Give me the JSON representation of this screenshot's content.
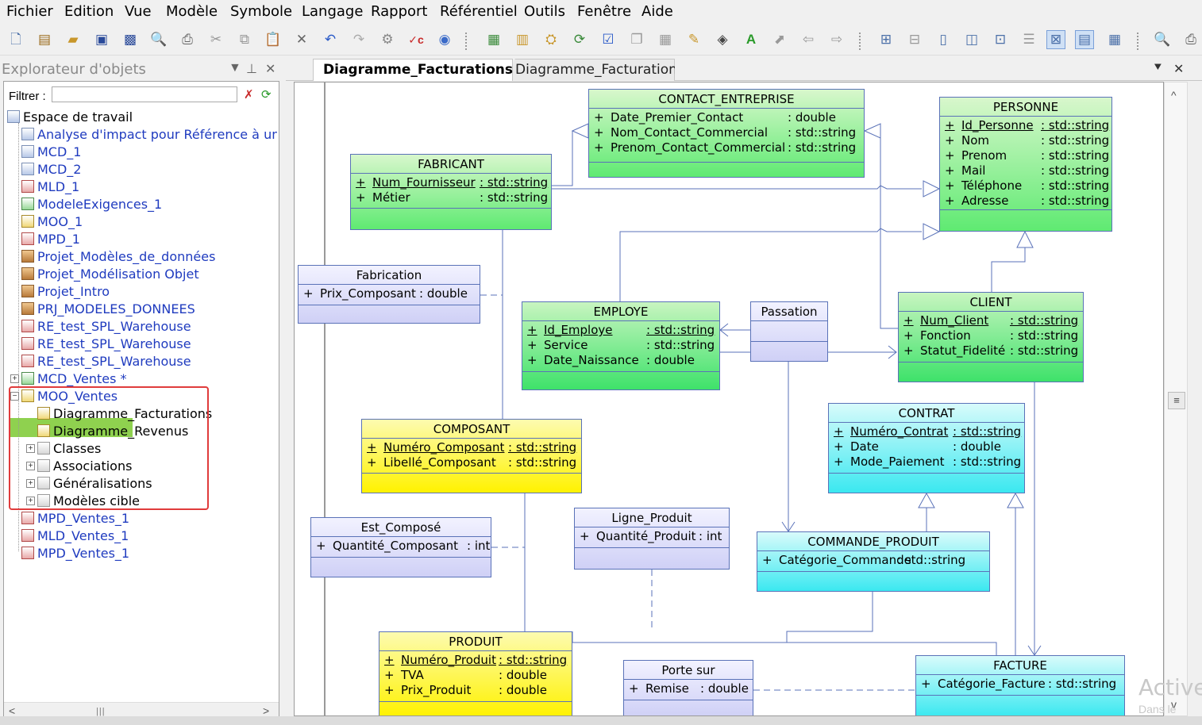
{
  "menu": [
    "Fichier",
    "Edition",
    "Vue",
    "Modèle",
    "Symbole",
    "Langage",
    "Rapport",
    "Référentiel",
    "Outils",
    "Fenêtre",
    "Aide"
  ],
  "explorer": {
    "title": "Explorateur d'objets",
    "filter_label": "Filtrer :",
    "filter_value": "",
    "tree": [
      {
        "label": "Espace de travail",
        "icon": "workspace-icon"
      },
      {
        "label": "Analyse d'impact pour Référence à un moc",
        "icon": "impact-analysis-icon"
      },
      {
        "label": "MCD_1",
        "icon": "mcd-model-icon"
      },
      {
        "label": "MCD_2",
        "icon": "mcd-model-icon"
      },
      {
        "label": "MLD_1",
        "icon": "mld-model-icon"
      },
      {
        "label": "ModeleExigences_1",
        "icon": "requirements-model-icon"
      },
      {
        "label": "MOO_1",
        "icon": "moo-model-icon"
      },
      {
        "label": "MPD_1",
        "icon": "mpd-model-icon"
      },
      {
        "label": "Projet_Modèles_de_données",
        "icon": "project-icon"
      },
      {
        "label": "Projet_Modélisation Objet",
        "icon": "project-icon"
      },
      {
        "label": "Projet_Intro",
        "icon": "project-icon"
      },
      {
        "label": "PRJ_MODELES_DONNEES",
        "icon": "project-icon"
      },
      {
        "label": "RE_test_SPL_Warehouse",
        "icon": "mpd-model-icon"
      },
      {
        "label": "RE_test_SPL_Warehouse",
        "icon": "mpd-model-icon"
      },
      {
        "label": "RE_test_SPL_Warehouse",
        "icon": "mpd-model-icon"
      },
      {
        "label": "MCD_Ventes *",
        "icon": "mcd-model-icon"
      },
      {
        "label": "MOO_Ventes",
        "icon": "moo-model-icon"
      },
      {
        "label": "Diagramme_Facturations",
        "icon": "class-diagram-icon"
      },
      {
        "label": "Diagramme_Revenus",
        "icon": "class-diagram-icon"
      },
      {
        "label": "Classes",
        "icon": "folder-icon"
      },
      {
        "label": "Associations",
        "icon": "folder-icon"
      },
      {
        "label": "Généralisations",
        "icon": "folder-icon"
      },
      {
        "label": "Modèles cible",
        "icon": "folder-icon"
      },
      {
        "label": "MPD_Ventes_1",
        "icon": "mpd-model-icon"
      },
      {
        "label": "MLD_Ventes_1",
        "icon": "mld-model-icon"
      },
      {
        "label": "MPD_Ventes_1",
        "icon": "mpd-model-icon"
      }
    ]
  },
  "tabs": [
    "Diagramme_Facturations",
    "Diagramme_Facturations"
  ],
  "classes": {
    "contact": {
      "name": "CONTACT_ENTREPRISE",
      "attrs": [
        {
          "vis": "+",
          "name": "Date_Premier_Contact",
          "type": ": double"
        },
        {
          "vis": "+",
          "name": "Nom_Contact_Commercial",
          "type": ": std::string"
        },
        {
          "vis": "+",
          "name": "Prenom_Contact_Commercial",
          "type": ": std::string"
        }
      ]
    },
    "personne": {
      "name": "PERSONNE",
      "attrs": [
        {
          "vis": "+",
          "name": "Id_Personne",
          "type": ": std::string",
          "pk": true
        },
        {
          "vis": "+",
          "name": "Nom",
          "type": ": std::string"
        },
        {
          "vis": "+",
          "name": "Prenom",
          "type": ": std::string"
        },
        {
          "vis": "+",
          "name": "Mail",
          "type": ": std::string"
        },
        {
          "vis": "+",
          "name": "Téléphone",
          "type": ": std::string"
        },
        {
          "vis": "+",
          "name": "Adresse",
          "type": ": std::string"
        }
      ]
    },
    "fabricant": {
      "name": "FABRICANT",
      "attrs": [
        {
          "vis": "+",
          "name": "Num_Fournisseur",
          "type": ": std::string",
          "pk": true
        },
        {
          "vis": "+",
          "name": "Métier",
          "type": ": std::string"
        }
      ]
    },
    "fabrication": {
      "name": "Fabrication",
      "attrs": [
        {
          "vis": "+",
          "name": "Prix_Composant",
          "type": ": double"
        }
      ]
    },
    "employe": {
      "name": "EMPLOYE",
      "attrs": [
        {
          "vis": "+",
          "name": "Id_Employe",
          "type": ": std::string",
          "pk": true
        },
        {
          "vis": "+",
          "name": "Service",
          "type": ": std::string"
        },
        {
          "vis": "+",
          "name": "Date_Naissance",
          "type": ": double"
        }
      ]
    },
    "passation": {
      "name": "Passation",
      "attrs": []
    },
    "client": {
      "name": "CLIENT",
      "attrs": [
        {
          "vis": "+",
          "name": "Num_Client",
          "type": ": std::string",
          "pk": true
        },
        {
          "vis": "+",
          "name": "Fonction",
          "type": ": std::string"
        },
        {
          "vis": "+",
          "name": "Statut_Fidelité",
          "type": ": std::string"
        }
      ]
    },
    "composant": {
      "name": "COMPOSANT",
      "attrs": [
        {
          "vis": "+",
          "name": "Numéro_Composant",
          "type": ": std::string",
          "pk": true
        },
        {
          "vis": "+",
          "name": "Libellé_Composant",
          "type": ": std::string"
        }
      ]
    },
    "contrat": {
      "name": "CONTRAT",
      "attrs": [
        {
          "vis": "+",
          "name": "Numéro_Contrat",
          "type": ": std::string",
          "pk": true
        },
        {
          "vis": "+",
          "name": "Date",
          "type": ": double"
        },
        {
          "vis": "+",
          "name": "Mode_Paiement",
          "type": ": std::string"
        }
      ]
    },
    "estcompose": {
      "name": "Est_Composé",
      "attrs": [
        {
          "vis": "+",
          "name": "Quantité_Composant",
          "type": ": int"
        }
      ]
    },
    "ligneproduit": {
      "name": "Ligne_Produit",
      "attrs": [
        {
          "vis": "+",
          "name": "Quantité_Produit",
          "type": ": int"
        }
      ]
    },
    "commandeproduit": {
      "name": "COMMANDE_PRODUIT",
      "attrs": [
        {
          "vis": "+",
          "name": "Catégorie_Commande",
          "type": ": std::string"
        }
      ]
    },
    "produit": {
      "name": "PRODUIT",
      "attrs": [
        {
          "vis": "+",
          "name": "Numéro_Produit",
          "type": ": std::string",
          "pk": true
        },
        {
          "vis": "+",
          "name": "TVA",
          "type": ": double"
        },
        {
          "vis": "+",
          "name": "Prix_Produit",
          "type": ": double"
        }
      ]
    },
    "portesur": {
      "name": "Porte sur",
      "attrs": [
        {
          "vis": "+",
          "name": "Remise",
          "type": ": double"
        }
      ]
    },
    "facture": {
      "name": "FACTURE",
      "attrs": [
        {
          "vis": "+",
          "name": "Catégorie_Facture",
          "type": ": std::string"
        }
      ]
    }
  },
  "watermark": {
    "line1": "Active",
    "line2": "Dans le"
  },
  "colors": {
    "line": "#5a72b8",
    "highlight": "#8fd14f",
    "selection_box": "#e03c3c"
  }
}
